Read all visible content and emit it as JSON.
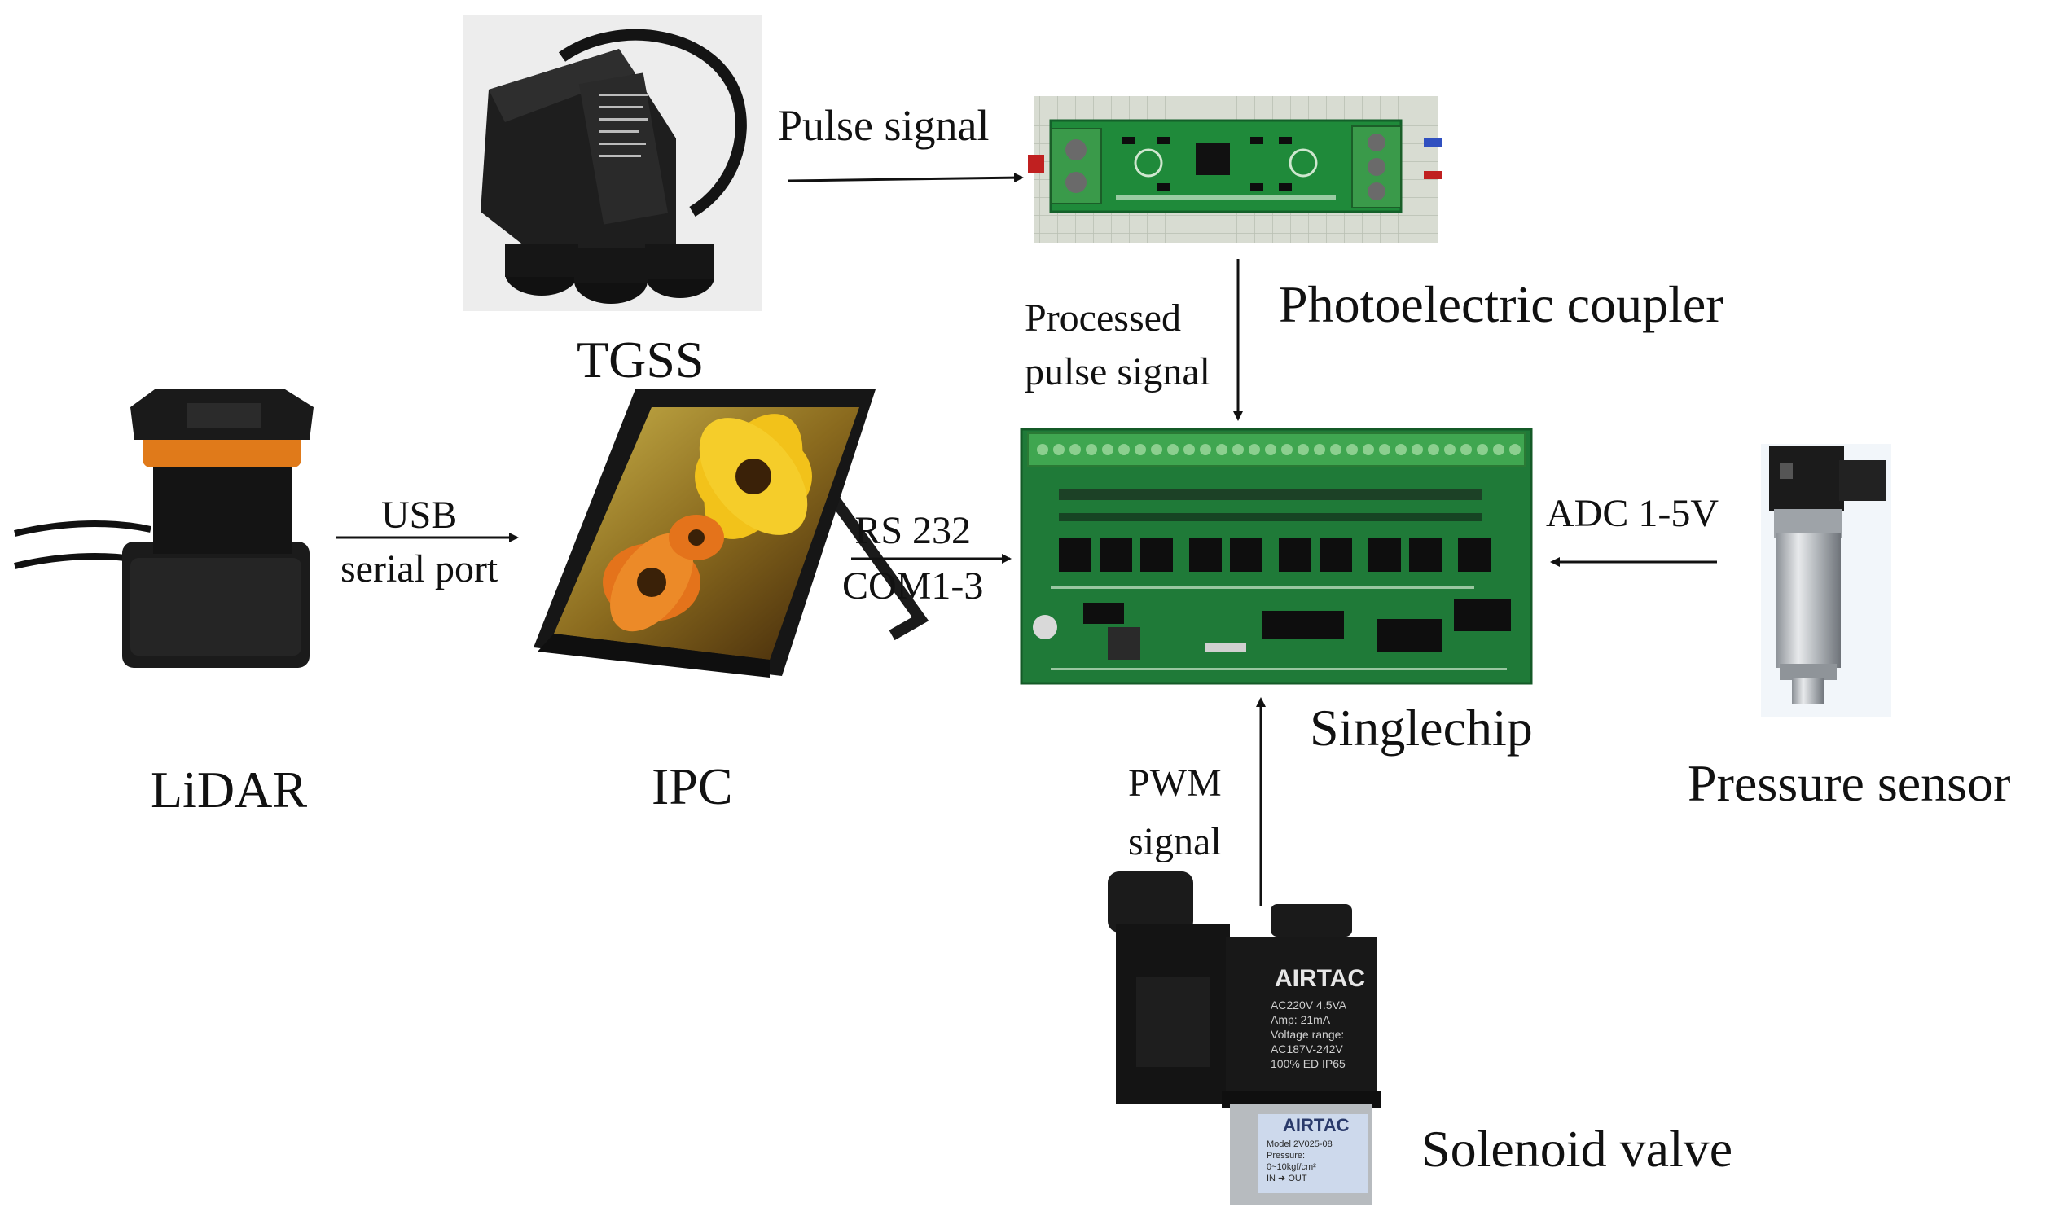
{
  "components": {
    "tgss": {
      "label": "TGSS",
      "icon": "tgss-sensor-photo"
    },
    "photoelectric_coupler": {
      "label": "Photoelectric coupler",
      "icon": "photoelectric-coupler-board-photo"
    },
    "lidar": {
      "label": "LiDAR",
      "icon": "lidar-photo"
    },
    "ipc": {
      "label": "IPC",
      "icon": "industrial-pc-photo"
    },
    "singlechip": {
      "label": "Singlechip",
      "icon": "singlechip-board-photo"
    },
    "pressure_sensor": {
      "label": "Pressure sensor",
      "icon": "pressure-sensor-photo"
    },
    "solenoid_valve": {
      "label": "Solenoid valve",
      "icon": "solenoid-valve-photo",
      "brand": "AIRTAC",
      "coil_text": [
        "AC220V 4.5VA",
        "Amp: 21mA",
        "Voltage range:",
        "AC187V-242V",
        "100% ED IP65"
      ],
      "body_text": [
        "Model 2V025-08",
        "Pressure:",
        "0~10kgf/cm²",
        "IN ➜ OUT"
      ]
    }
  },
  "signals": {
    "pulse": "Pulse signal",
    "processed_line1": "Processed",
    "processed_line2": "pulse signal",
    "usb_line1": "USB",
    "usb_line2": "serial port",
    "rs232_line1": "RS 232",
    "rs232_line2": "COM1-3",
    "adc": "ADC 1-5V",
    "pwm_line1": "PWM",
    "pwm_line2": "signal"
  },
  "colors": {
    "pcb_green": "#1f7a38",
    "terminal_green": "#3a9a4a",
    "device_black": "#1c1c1c",
    "lidar_orange": "#e07a1a",
    "flower_yellow": "#f2c21a",
    "flower_orange": "#e4731b",
    "arrow": "#111111"
  }
}
